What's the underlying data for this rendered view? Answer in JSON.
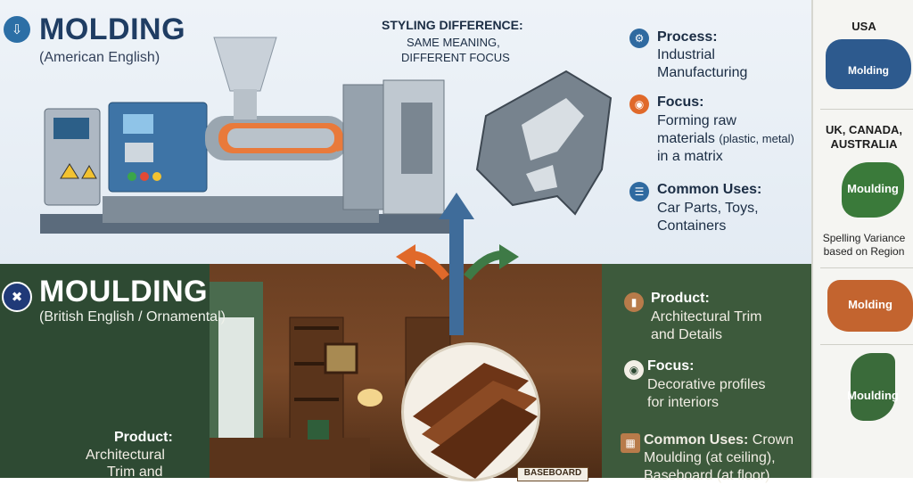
{
  "top": {
    "title": "MOLDING",
    "subtitle": "(American English)",
    "styling_heading": "STYLING DIFFERENCE:",
    "styling_line1": "SAME MEANING,",
    "styling_line2": "DIFFERENT FOCUS",
    "process_title": "Process:",
    "process_line1": "Industrial",
    "process_line2": "Manufacturing",
    "focus_title": "Focus:",
    "focus_line1": "Forming raw",
    "focus_line2a": "materials",
    "focus_line2b": "(plastic, metal)",
    "focus_line3": "in a matrix",
    "uses_title": "Common Uses:",
    "uses_line1": "Car Parts, Toys,",
    "uses_line2": "Containers"
  },
  "bottom": {
    "title": "MOULDING",
    "subtitle": "(British English / Ornamental)",
    "product_title": "Product:",
    "product_line1": "Architectural Trim",
    "product_line2": "and Details",
    "focus_title": "Focus:",
    "focus_line1": "Decorative profiles",
    "focus_line2": "for interiors",
    "uses_title": "Common Uses:",
    "uses_line1_rest": " Crown",
    "uses_line2": "Moulding (at ceiling),",
    "uses_line3": "Baseboard (at floor)",
    "left_product_title": "Product:",
    "left_product_line1": "Architectural",
    "left_product_line2": "Trim and",
    "baseboard_label": "BASEBOARD"
  },
  "right": {
    "usa": "USA",
    "usa_map_label": "Molding",
    "uk_line1": "UK, CANADA,",
    "uk_line2": "AUSTRALIA",
    "aus_map_label": "Moulding",
    "variance_line1": "Spelling Variance",
    "variance_line2": "based on Region",
    "can_map_label": "Molding",
    "uk_map_label": "Moulding"
  },
  "colors": {
    "navy": "#1f3d63",
    "orange": "#e0692a",
    "green_panel": "#2e4a33",
    "white": "#ffffff"
  },
  "icons": [
    "download-icon",
    "gears-icon",
    "eye-icon",
    "layers-icon",
    "uk-flag-icon",
    "column-icon",
    "blueprint-icon"
  ]
}
